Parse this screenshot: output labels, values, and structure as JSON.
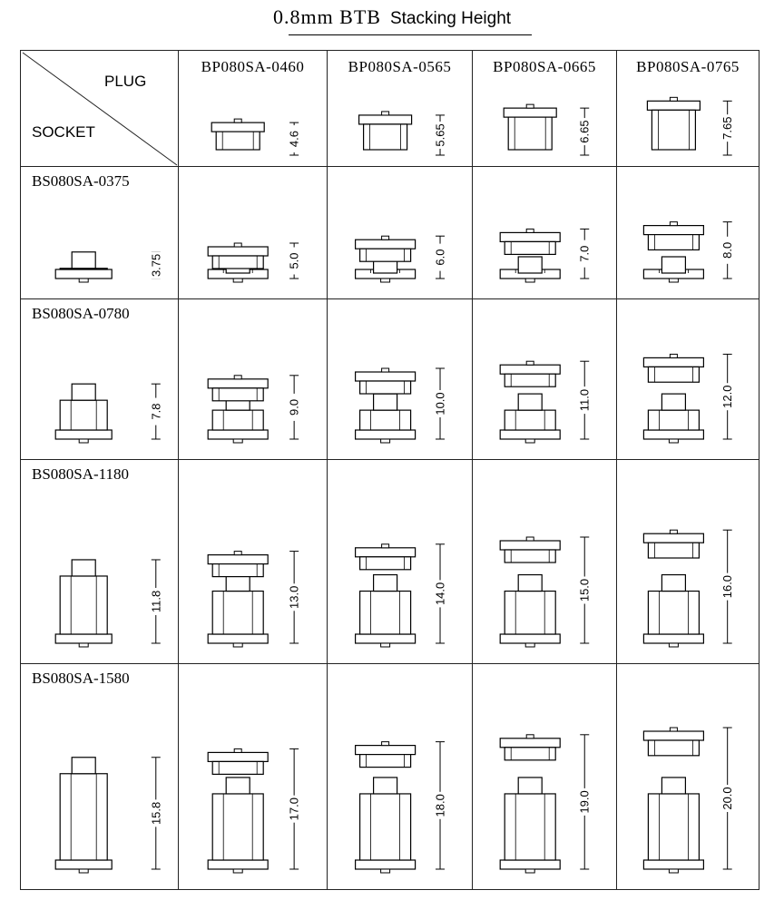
{
  "title": {
    "main": "0.8mm BTB",
    "sub": "Stacking Height"
  },
  "corner": {
    "plug_label": "PLUG",
    "socket_label": "SOCKET"
  },
  "plugs": [
    {
      "name": "BP080SA-0460",
      "height": "4.6"
    },
    {
      "name": "BP080SA-0565",
      "height": "5.65"
    },
    {
      "name": "BP080SA-0665",
      "height": "6.65"
    },
    {
      "name": "BP080SA-0765",
      "height": "7.65"
    }
  ],
  "sockets": [
    {
      "name": "BS080SA-0375",
      "height": "3.75",
      "stack": [
        "5.0",
        "6.0",
        "7.0",
        "8.0"
      ]
    },
    {
      "name": "BS080SA-0780",
      "height": "7.8",
      "stack": [
        "9.0",
        "10.0",
        "11.0",
        "12.0"
      ]
    },
    {
      "name": "BS080SA-1180",
      "height": "11.8",
      "stack": [
        "13.0",
        "14.0",
        "15.0",
        "16.0"
      ]
    },
    {
      "name": "BS080SA-1580",
      "height": "15.8",
      "stack": [
        "17.0",
        "18.0",
        "19.0",
        "20.0"
      ]
    }
  ]
}
